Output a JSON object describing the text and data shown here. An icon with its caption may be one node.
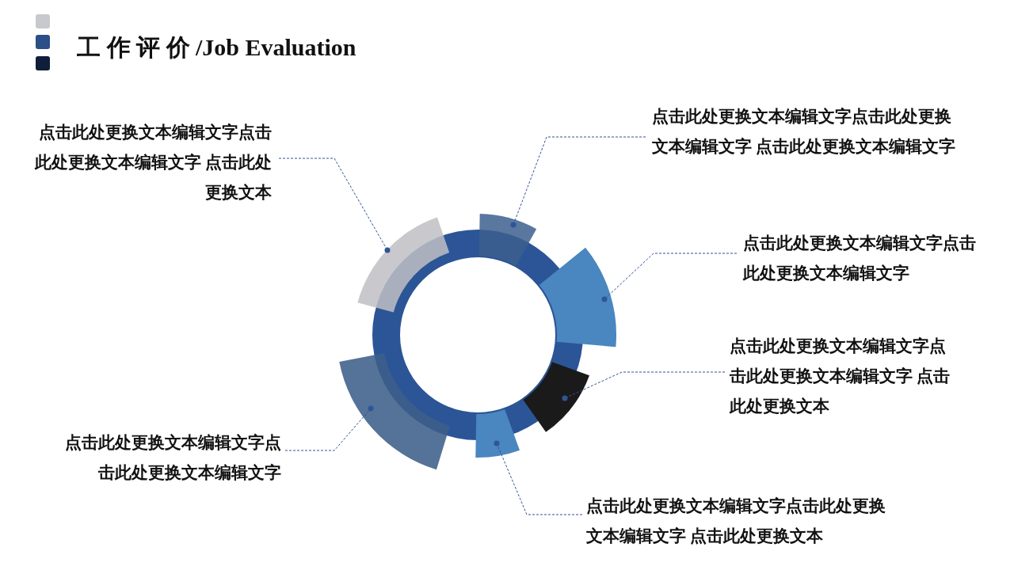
{
  "diagram": {
    "title": "工 作 评 价 /Job Evaluation",
    "nodes": [
      {
        "text": [
          "点击此处更换文本编辑文字点击此处更换文本编辑文字 点击此处更换文本编辑文字"
        ]
      },
      {
        "text": [
          "点击此处更换文本编辑文字点击此处更换文本编辑文字 点击此处更换文本"
        ]
      },
      {
        "text": [
          "点击此处更换文本编辑文字点击此处更换文本编辑文字"
        ]
      },
      {
        "text": [
          "点击此处更换文本编辑文字点击此处更换文本编辑文字 点击此处更换文本"
        ]
      },
      {
        "text": [
          "点击此处更换文本编辑文字点击此处更换文本编辑文字"
        ]
      },
      {
        "text": [
          "点击此处更换文本编辑文字点击此处更换文本编辑文字 点击此处更换文本"
        ]
      },
      {
        "text": [],
        "shape": "arc"
      },
      {
        "text": [],
        "shape": "arc"
      },
      {
        "text": [],
        "shape": "arc"
      },
      {
        "text": [],
        "shape": "arc"
      },
      {
        "text": [],
        "shape": "arc"
      },
      {
        "text": [],
        "shape": "arc"
      }
    ],
    "edges": [
      {
        "from": 0,
        "to": 7,
        "arrow": "other",
        "style": "dashed"
      },
      {
        "from": 1,
        "to": 9,
        "arrow": "other",
        "style": "dashed"
      },
      {
        "from": 2,
        "to": 11,
        "arrow": "other",
        "style": "dashed"
      },
      {
        "from": 3,
        "to": 10,
        "arrow": "other",
        "style": "dashed"
      },
      {
        "from": 4,
        "to": 6,
        "arrow": "other",
        "style": "dashed"
      },
      {
        "from": 5,
        "to": 8,
        "arrow": "other",
        "style": "dashed"
      }
    ]
  }
}
